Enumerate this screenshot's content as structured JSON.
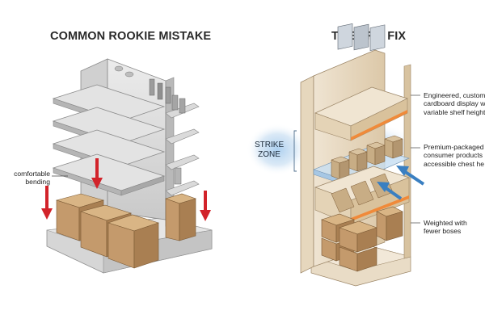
{
  "titles": {
    "left": "COMMON ROOKIE MISTAKE",
    "right": "THE PRO FIX"
  },
  "left_labels": {
    "bending": [
      "comfortable",
      "bending"
    ]
  },
  "right_labels": {
    "strike_zone": [
      "STRIKE",
      "ZONE"
    ],
    "engineered": [
      "Engineered, custom",
      "cardboard display w",
      "variable shelf height"
    ],
    "premium": [
      "Premium-packaged",
      "consumer products",
      "accessible chest he"
    ],
    "weighted": [
      "Weighted with",
      "fewer boses"
    ]
  },
  "colors": {
    "arrow_red": "#d2232a",
    "arrow_blue": "#3a7fc1",
    "strike_glow": "#bcd7ef",
    "shelf_metal": "#d9d9d9",
    "cardboard": "#c49a6c"
  }
}
